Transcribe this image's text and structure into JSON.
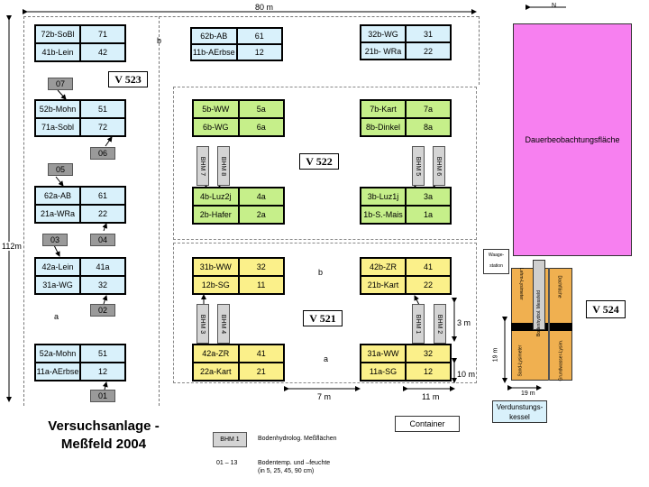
{
  "dims": {
    "width": "80 m",
    "height": "112m",
    "d7": "7 m",
    "d11": "11 m",
    "d3": "3 m",
    "d10": "10 m",
    "north": "N",
    "d19a": "19 m",
    "d19b": "19 m"
  },
  "zone_letters": {
    "b_top": "b",
    "a_left": "a",
    "b_center": "b",
    "a_center": "a"
  },
  "v_labels": {
    "v523": "V 523",
    "v522": "V 522",
    "v521": "V 521",
    "v524": "V 524"
  },
  "plots": {
    "p1": [
      [
        "72b-SoBl",
        "71"
      ],
      [
        "41b-Lein",
        "42"
      ]
    ],
    "p2": [
      [
        "62b-AB",
        "61"
      ],
      [
        "11b-AErbse",
        "12"
      ]
    ],
    "p3": [
      [
        "32b-WG",
        "31"
      ],
      [
        "21b- WRa",
        "22"
      ]
    ],
    "p4": [
      [
        "52b-Mohn",
        "51"
      ],
      [
        "71a-Sobl",
        "72"
      ]
    ],
    "p5": [
      [
        "62a-AB",
        "61"
      ],
      [
        "21a-WRa",
        "22"
      ]
    ],
    "p6": [
      [
        "42a-Lein",
        "41a"
      ],
      [
        "31a-WG",
        "32"
      ]
    ],
    "p7": [
      [
        "52a-Mohn",
        "51"
      ],
      [
        "11a-AErbse",
        "12"
      ]
    ],
    "p8": [
      [
        "5b-WW",
        "5a"
      ],
      [
        "6b-WG",
        "6a"
      ]
    ],
    "p9": [
      [
        "7b-Kart",
        "7a"
      ],
      [
        "8b-Dinkel",
        "8a"
      ]
    ],
    "p10": [
      [
        "4b-Luz2j",
        "4a"
      ],
      [
        "2b-Hafer",
        "2a"
      ]
    ],
    "p11": [
      [
        "3b-Luz1j",
        "3a"
      ],
      [
        "1b-S.-Mais",
        "1a"
      ]
    ],
    "p12": [
      [
        "31b-WW",
        "32"
      ],
      [
        "12b-SG",
        "11"
      ]
    ],
    "p13": [
      [
        "42b-ZR",
        "41"
      ],
      [
        "21b-Kart",
        "22"
      ]
    ],
    "p14": [
      [
        "42a-ZR",
        "41"
      ],
      [
        "22a-Kart",
        "21"
      ]
    ],
    "p15": [
      [
        "31a-WW",
        "32"
      ],
      [
        "11a-SG",
        "12"
      ]
    ]
  },
  "gray_boxes": {
    "g07": "07",
    "g06": "06",
    "g05": "05",
    "g03": "03",
    "g04": "04",
    "g02": "02",
    "g01": "01"
  },
  "bhm": {
    "b7": "BHM 7",
    "b8": "BHM 8",
    "b5": "BHM 5",
    "b6": "BHM 6",
    "b3": "BHM 3",
    "b4": "BHM 4",
    "b1": "BHM 1",
    "b2": "BHM 2"
  },
  "dauer": "Dauerbeobachtungsfläche",
  "waage": {
    "line1": "Waage-",
    "line2": "station"
  },
  "lysimeter": {
    "l1": "Lehm-Lysimeter",
    "l2": "Bodenhydrol. Messfeld",
    "l3": "Sand-Lysimeter",
    "l4": "Dachfläche",
    "l5": "Grundwasser-Lysim."
  },
  "verd": {
    "line1": "Verdunstungs-",
    "line2": "kessel"
  },
  "container": "Container",
  "title": {
    "line1": "Versuchsanlage -",
    "line2": "Meßfeld 2004"
  },
  "legend": {
    "bhm_sym": "BHM 1",
    "bhm_text": "Bodenhydrolog. Meßflächen",
    "nums_sym": "01 – 13",
    "nums_text1": "Bodentemp. und –feuchte",
    "nums_text2": "(in 5, 25, 45, 90 cm)"
  }
}
